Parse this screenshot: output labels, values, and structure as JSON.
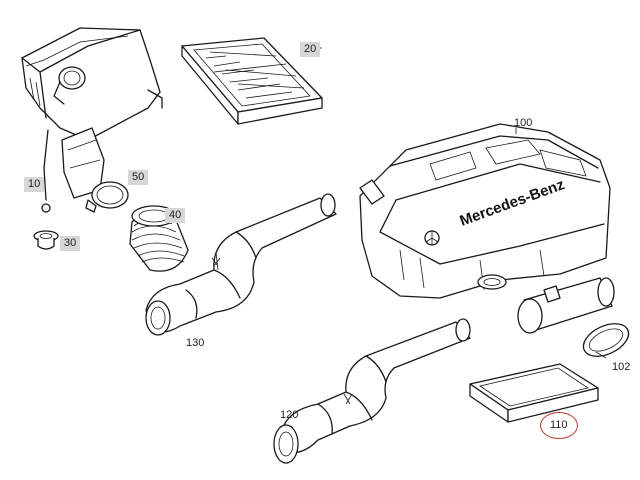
{
  "diagram": {
    "brand_text": "Mercedes-Benz",
    "highlight_color": "#c0392b",
    "label_shade": "#d7d7d7",
    "parts": [
      {
        "id": "p10",
        "label": "10"
      },
      {
        "id": "p20",
        "label": "20"
      },
      {
        "id": "p30",
        "label": "30"
      },
      {
        "id": "p40",
        "label": "40"
      },
      {
        "id": "p50",
        "label": "50"
      },
      {
        "id": "p100",
        "label": "100"
      },
      {
        "id": "p102",
        "label": "102"
      },
      {
        "id": "p110",
        "label": "110"
      },
      {
        "id": "p120",
        "label": "120"
      },
      {
        "id": "p130",
        "label": "130"
      }
    ]
  }
}
